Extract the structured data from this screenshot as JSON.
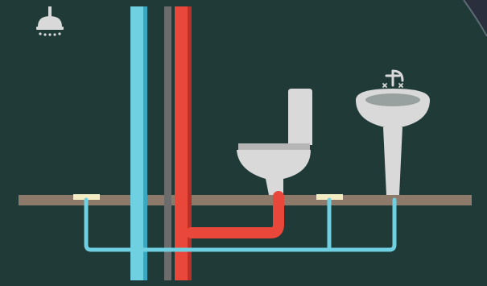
{
  "diagram": {
    "background_color": "#1f3a37",
    "colors": {
      "cold_pipe": "#6fd0e2",
      "cold_pipe_shadow": "#3aa7c0",
      "hot_pipe": "#e8473a",
      "hot_pipe_shadow": "#b9302a",
      "drain_pipe": "#6c6c6c",
      "floor": "#8d7a6a",
      "floor_inlet": "#f3ebc2",
      "fixture": "#d9d9d9",
      "fixture_shadow": "#b5b5b5"
    },
    "fixtures": [
      {
        "name": "shower-head",
        "icon": "shower-icon"
      },
      {
        "name": "toilet",
        "icon": "toilet-icon"
      },
      {
        "name": "washbasin",
        "icon": "sink-icon"
      }
    ],
    "pipes": [
      "cold-water-riser",
      "hot-water-riser",
      "drain-stack",
      "cold-water-branch",
      "hot-water-branch"
    ]
  }
}
